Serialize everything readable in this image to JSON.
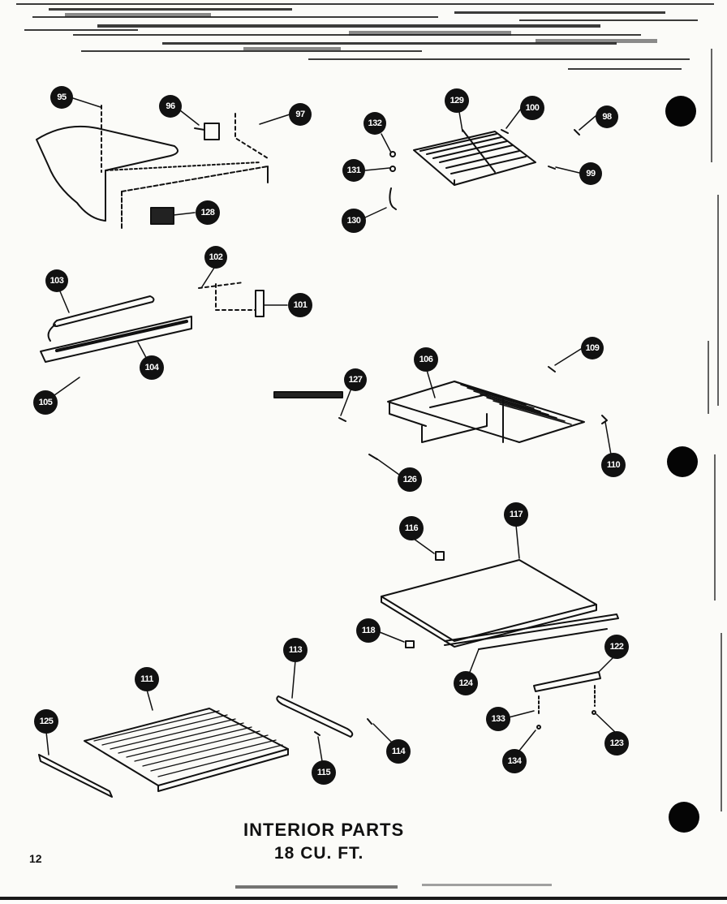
{
  "title": {
    "line1": "INTERIOR PARTS",
    "line2": "18 CU. FT."
  },
  "page_number": "12",
  "callouts": [
    {
      "id": "c95",
      "label": "95"
    },
    {
      "id": "c96",
      "label": "96"
    },
    {
      "id": "c97",
      "label": "97"
    },
    {
      "id": "c128a",
      "label": "128"
    },
    {
      "id": "c132",
      "label": "132"
    },
    {
      "id": "c131",
      "label": "131"
    },
    {
      "id": "c130",
      "label": "130"
    },
    {
      "id": "c129",
      "label": "129"
    },
    {
      "id": "c100",
      "label": "100"
    },
    {
      "id": "c98",
      "label": "98"
    },
    {
      "id": "c99",
      "label": "99"
    },
    {
      "id": "c102",
      "label": "102"
    },
    {
      "id": "c103",
      "label": "103"
    },
    {
      "id": "c101",
      "label": "101"
    },
    {
      "id": "c104",
      "label": "104"
    },
    {
      "id": "c105",
      "label": "105"
    },
    {
      "id": "c106",
      "label": "106"
    },
    {
      "id": "c127",
      "label": "127"
    },
    {
      "id": "c109",
      "label": "109"
    },
    {
      "id": "c110",
      "label": "110"
    },
    {
      "id": "c126",
      "label": "126"
    },
    {
      "id": "c116",
      "label": "116"
    },
    {
      "id": "c117",
      "label": "117"
    },
    {
      "id": "c118",
      "label": "118"
    },
    {
      "id": "c124",
      "label": "124"
    },
    {
      "id": "c122",
      "label": "122"
    },
    {
      "id": "c113",
      "label": "113"
    },
    {
      "id": "c111",
      "label": "111"
    },
    {
      "id": "c125",
      "label": "125"
    },
    {
      "id": "c114",
      "label": "114"
    },
    {
      "id": "c115",
      "label": "115"
    },
    {
      "id": "c133",
      "label": "133"
    },
    {
      "id": "c123",
      "label": "123"
    },
    {
      "id": "c134",
      "label": "134"
    }
  ]
}
